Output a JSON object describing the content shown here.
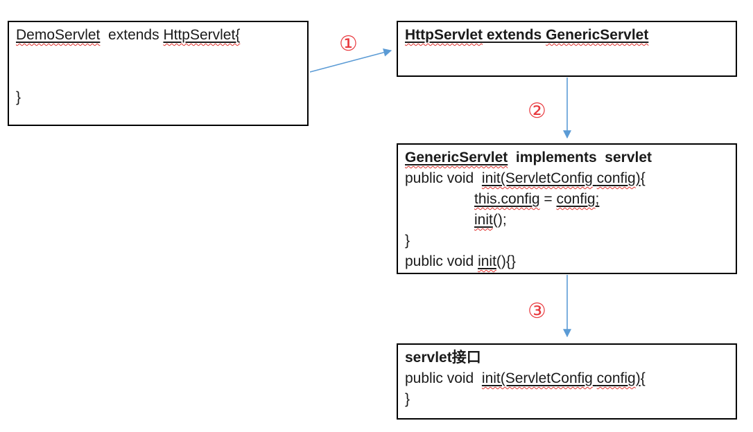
{
  "colors": {
    "arrow": "#5b9bd5",
    "number": "#e8383d",
    "squiggle": "#e0312d",
    "box_border": "#000000",
    "text": "#1a1a1a",
    "background": "#ffffff"
  },
  "arrow_labels": {
    "one": "①",
    "two": "②",
    "three": "③"
  },
  "boxes": {
    "demo": {
      "title": "DemoServlet extends HttpServlet",
      "lines": [
        {
          "seg": [
            {
              "t": "DemoServlet",
              "u": 1,
              "sq": 1
            },
            {
              "t": "  extends "
            },
            {
              "t": "HttpServlet{",
              "u": 1,
              "sq": 1
            }
          ]
        },
        {
          "seg": []
        },
        {
          "seg": []
        },
        {
          "seg": [
            {
              "t": "}"
            }
          ]
        }
      ]
    },
    "http": {
      "title": "HttpServlet extends GenericServlet",
      "lines": [
        {
          "seg": [
            {
              "t": "HttpServlet",
              "b": 1,
              "u": 1,
              "sq": 1
            },
            {
              "t": " extends ",
              "b": 1,
              "u": 1
            },
            {
              "t": "GenericServlet",
              "b": 1,
              "u": 1,
              "sq": 1
            }
          ]
        }
      ]
    },
    "generic": {
      "title": "GenericServlet implements servlet",
      "lines": [
        {
          "seg": [
            {
              "t": "GenericServlet",
              "b": 1,
              "u": 1,
              "sq": 1
            },
            {
              "t": "  implements  servlet",
              "b": 1
            }
          ]
        },
        {
          "seg": [
            {
              "t": "public void  "
            },
            {
              "t": "init(ServletConfig",
              "u": 1,
              "sq": 1
            },
            {
              "t": " ",
              "u": 1
            },
            {
              "t": "config",
              "u": 1,
              "sq": 1
            },
            {
              "t": ")",
              "u": 1
            },
            {
              "t": "{"
            }
          ]
        },
        {
          "ind": 1,
          "seg": [
            {
              "t": "this.config",
              "u": 1,
              "sq": 1
            },
            {
              "t": " = "
            },
            {
              "t": "config",
              "u": 1,
              "sq": 1
            },
            {
              "t": ";",
              "u": 1
            }
          ]
        },
        {
          "ind": 1,
          "seg": [
            {
              "t": "init",
              "u": 1,
              "sq": 1
            },
            {
              "t": "();"
            }
          ]
        },
        {
          "seg": [
            {
              "t": "}"
            }
          ]
        },
        {
          "seg": [
            {
              "t": "public void "
            },
            {
              "t": "init",
              "u": 1,
              "sq": 1
            },
            {
              "t": "(){}"
            }
          ]
        }
      ]
    },
    "servlet": {
      "title": "servlet接口",
      "lines": [
        {
          "seg": [
            {
              "t": "servlet接口",
              "b": 1
            }
          ]
        },
        {
          "seg": [
            {
              "t": "public void  "
            },
            {
              "t": "init(ServletConfig",
              "u": 1,
              "sq": 1
            },
            {
              "t": " ",
              "u": 1
            },
            {
              "t": "config",
              "u": 1,
              "sq": 1
            },
            {
              "t": ")",
              "u": 1
            },
            {
              "t": "{"
            }
          ]
        },
        {
          "seg": [
            {
              "t": "}"
            }
          ]
        }
      ]
    }
  }
}
